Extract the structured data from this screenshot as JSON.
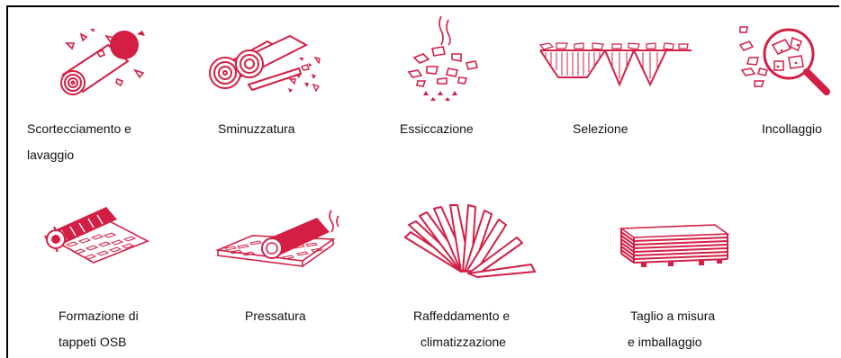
{
  "accent_color": "#d41f45",
  "steps_row1": [
    {
      "icon": "debarking-log-icon",
      "line1": "Scortecciamento e",
      "line2": "lavaggio"
    },
    {
      "icon": "chipping-rollers-icon",
      "line1": "Sminuzzatura",
      "line2": ""
    },
    {
      "icon": "drying-chips-icon",
      "line1": "Essiccazione",
      "line2": ""
    },
    {
      "icon": "screening-sieve-icon",
      "line1": "Selezione",
      "line2": ""
    },
    {
      "icon": "gluing-magnifier-icon",
      "line1": "Incollaggio",
      "line2": ""
    }
  ],
  "steps_row2": [
    {
      "icon": "mat-forming-roller-icon",
      "line1": "Formazione di",
      "line2": "tappeti OSB"
    },
    {
      "icon": "pressing-roller-icon",
      "line1": "Pressatura",
      "line2": ""
    },
    {
      "icon": "cooling-fan-boards-icon",
      "line1": "Raffeddamento e",
      "line2": "climatizzazione"
    },
    {
      "icon": "stacked-boards-icon",
      "line1": "Taglio a misura",
      "line2": "e imballaggio"
    }
  ]
}
